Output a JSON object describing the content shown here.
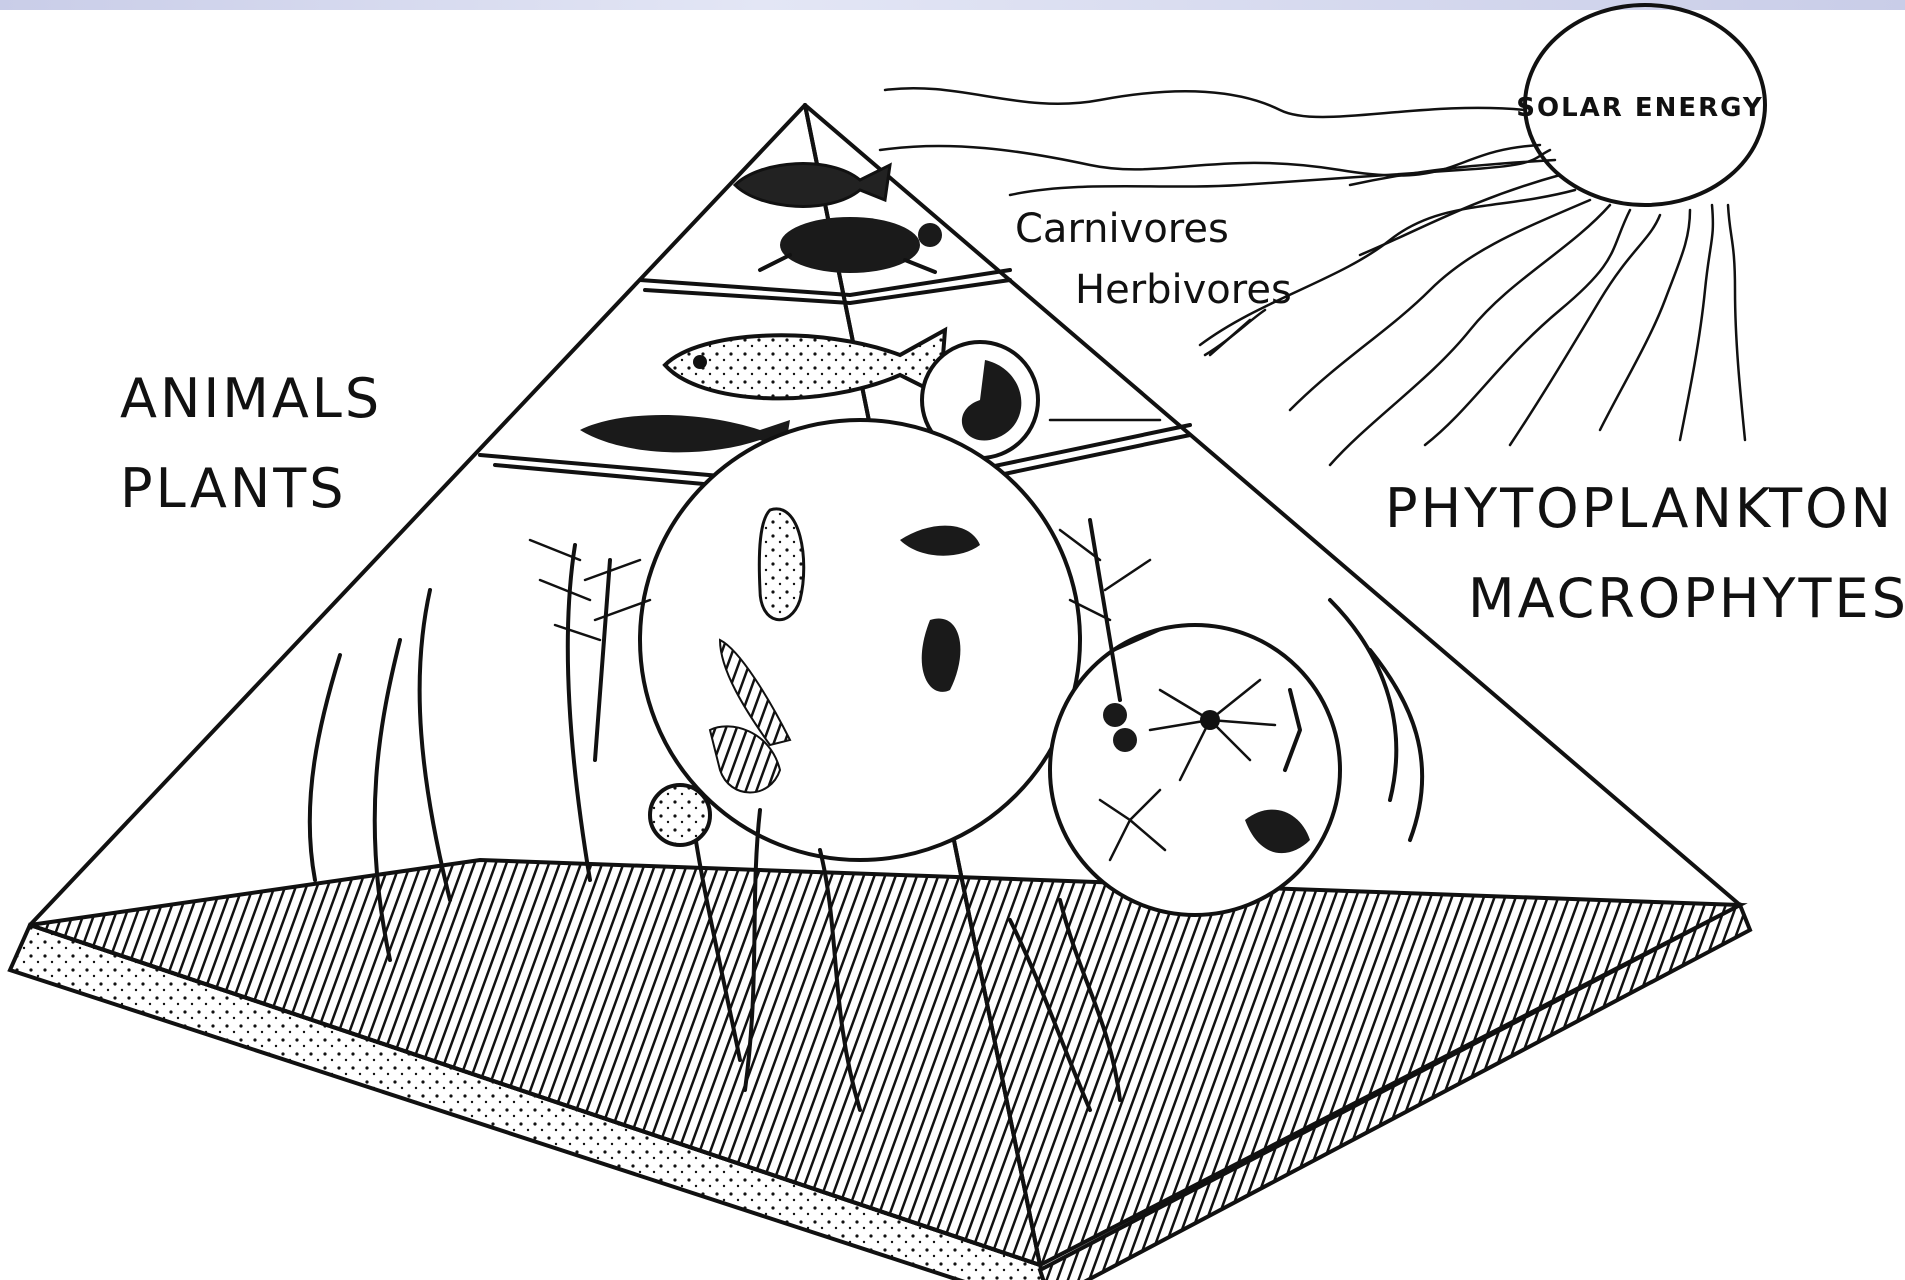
{
  "labels": {
    "solar_energy": "SOLAR ENERGY",
    "carnivores": "Carnivores",
    "herbivores": "Herbivores",
    "animals": "ANIMALS",
    "plants": "PLANTS",
    "phytoplankton": "PHYTOPLANKTON",
    "macrophytes": "MACROPHYTES"
  },
  "colors": {
    "ink": "#111111",
    "background": "#ffffff",
    "top_band": "#c9cde8"
  },
  "illustrations": [
    "sun",
    "fish",
    "turtle",
    "zooplankton",
    "phytoplankton",
    "aquatic-plants",
    "sediment"
  ]
}
